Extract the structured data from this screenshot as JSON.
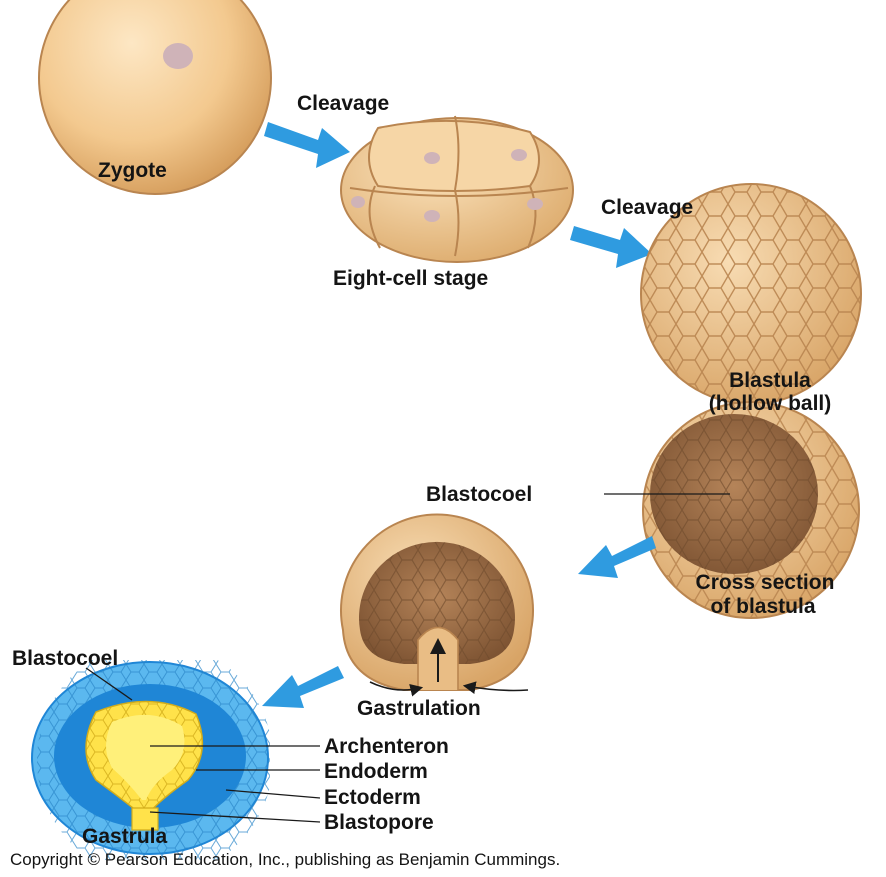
{
  "labels": {
    "zygote": "Zygote",
    "cleavage_1": "Cleavage",
    "eight_cell": "Eight-cell stage",
    "cleavage_2": "Cleavage",
    "blastula_1": "Blastula",
    "blastula_2": "(hollow ball)",
    "blastocoel_top": "Blastocoel",
    "cross_section_1": "Cross section",
    "cross_section_2": "of blastula",
    "gastrulation": "Gastrulation",
    "blastocoel_bottom": "Blastocoel",
    "archenteron": "Archenteron",
    "endoderm": "Endoderm",
    "ectoderm": "Ectoderm",
    "blastopore": "Blastopore",
    "gastrula": "Gastrula"
  },
  "copyright": "Copyright © Pearson Education, Inc., publishing as Benjamin Cummings.",
  "colors": {
    "cell_fill": "#f3c98f",
    "cell_shade": "#d9a15f",
    "inner_brown": "#9a6b45",
    "arrow_blue": "#2f9be0",
    "ectoderm_blue": "#5bb8ef",
    "dark_blue": "#1f86d6",
    "endoderm_yellow": "#ffe24a"
  }
}
